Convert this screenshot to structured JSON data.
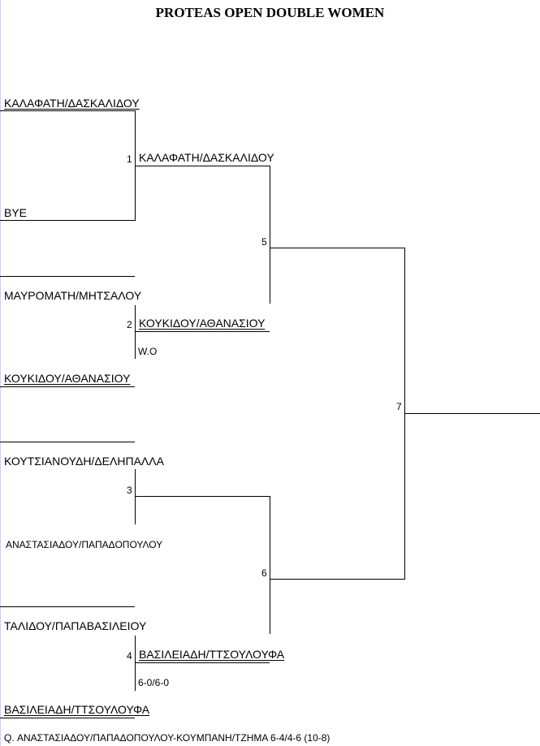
{
  "title": "PROTEAS OPEN DOUBLE WOMEN",
  "round1": [
    {
      "top": "ΚΑΛΑΦΑΤΗ/ΔΑΣΚΑΛΙΔΟΥ",
      "bottom": "BYE",
      "match": "1"
    },
    {
      "top": "ΜΑΥΡΟΜΑΤΗ/ΜΗΤΣΑΛΟΥ",
      "bottom": "ΚΟΥΚΙΔΟΥ/ΑΘΑΝΑΣΙΟΥ",
      "match": "2"
    },
    {
      "top": "ΚΟΥΤΣΙΑΝΟΥΔΗ/ΔΕΛΗΠΑΛΛΑ",
      "bottom": "ΑΝΑΣΤΑΣΙΑΔΟΥ/ΠΑΠΑΔΟΠΟΥΛΟΥ",
      "match": "3"
    },
    {
      "top": "ΤΑΛΙΔΟΥ/ΠΑΠΑΒΑΣΙΛΕΙΟΥ",
      "bottom": "ΒΑΣΙΛΕΙΑΔΗ/ΤΤΣΟΥΛΟΥΦΑ",
      "match": "4"
    }
  ],
  "round2": [
    {
      "winner": "ΚΑΛΑΦΑΤΗ/ΔΑΣΚΑΛΙΔΟΥ",
      "score": "",
      "match": "5"
    },
    {
      "winner": "ΚΟΥΚΙΔΟΥ/ΑΘΑΝΑΣΙΟΥ",
      "score": "W.O"
    },
    {
      "winner": "",
      "score": "",
      "match": "6"
    },
    {
      "winner": "ΒΑΣΙΛΕΙΑΔΗ/ΤΤΣΟΥΛΟΥΦΑ",
      "score": "6-0/6-0"
    }
  ],
  "final_match": "7",
  "footnote": "Q. ΑΝΑΣΤΑΣΙΑΔΟΥ/ΠΑΠΑΔΟΠΟΥΛΟΥ-ΚΟΥΜΠΑΝΗ/ΤΖΗΜΑ 6-4/4-6 (10-8)"
}
